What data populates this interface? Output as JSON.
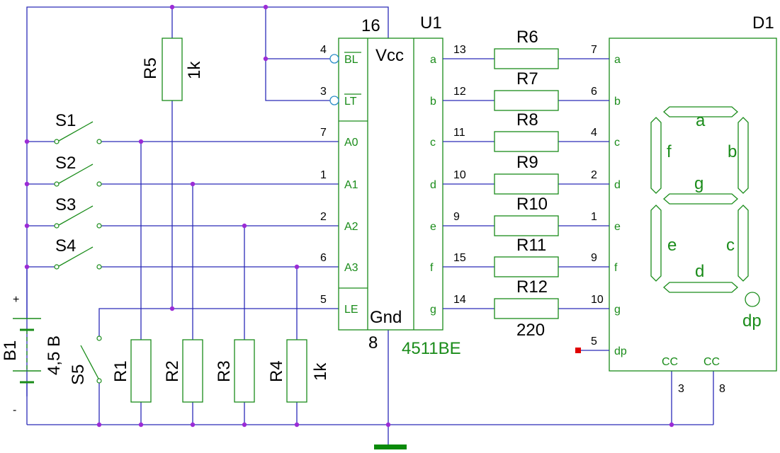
{
  "colors": {
    "wire": "#2b2bb8",
    "component": "#1a8c1a",
    "junction": "#9b2bd6",
    "text": "#000000",
    "ground": "#0a8a0a",
    "marker": "#e00000"
  },
  "chip": {
    "ref": "U1",
    "part": "4511BE",
    "vcc_pin": "16",
    "gnd_pin": "8",
    "vcc_label": "Vcc",
    "gnd_label": "Gnd",
    "left_pins": [
      {
        "num": "4",
        "name": "BL",
        "overline": true
      },
      {
        "num": "3",
        "name": "LT",
        "overline": true
      },
      {
        "num": "7",
        "name": "A0"
      },
      {
        "num": "1",
        "name": "A1"
      },
      {
        "num": "2",
        "name": "A2"
      },
      {
        "num": "6",
        "name": "A3"
      },
      {
        "num": "5",
        "name": "LE"
      }
    ],
    "right_pins": [
      {
        "num": "13",
        "name": "a"
      },
      {
        "num": "12",
        "name": "b"
      },
      {
        "num": "11",
        "name": "c"
      },
      {
        "num": "10",
        "name": "d"
      },
      {
        "num": "9",
        "name": "e"
      },
      {
        "num": "15",
        "name": "f"
      },
      {
        "num": "14",
        "name": "g"
      }
    ]
  },
  "series_resistors": {
    "refs": [
      "R6",
      "R7",
      "R8",
      "R9",
      "R10",
      "R11",
      "R12"
    ],
    "value": "220"
  },
  "display": {
    "ref": "D1",
    "pins": [
      {
        "num": "7",
        "name": "a"
      },
      {
        "num": "6",
        "name": "b"
      },
      {
        "num": "4",
        "name": "c"
      },
      {
        "num": "2",
        "name": "d"
      },
      {
        "num": "1",
        "name": "e"
      },
      {
        "num": "9",
        "name": "f"
      },
      {
        "num": "10",
        "name": "g"
      },
      {
        "num": "5",
        "name": "dp"
      }
    ],
    "segments": [
      "a",
      "b",
      "c",
      "d",
      "e",
      "f",
      "g"
    ],
    "dp_label": "dp",
    "common": [
      {
        "label": "CC",
        "num": "3"
      },
      {
        "label": "CC",
        "num": "8"
      }
    ]
  },
  "switches": [
    "S1",
    "S2",
    "S3",
    "S4",
    "S5"
  ],
  "pulldown_resistors": {
    "refs": [
      "R1",
      "R2",
      "R3",
      "R4"
    ],
    "value": "1k"
  },
  "pullup_resistor": {
    "ref": "R5",
    "value": "1k"
  },
  "battery": {
    "ref": "B1",
    "value": "4,5 B",
    "plus": "+",
    "minus": "-"
  }
}
